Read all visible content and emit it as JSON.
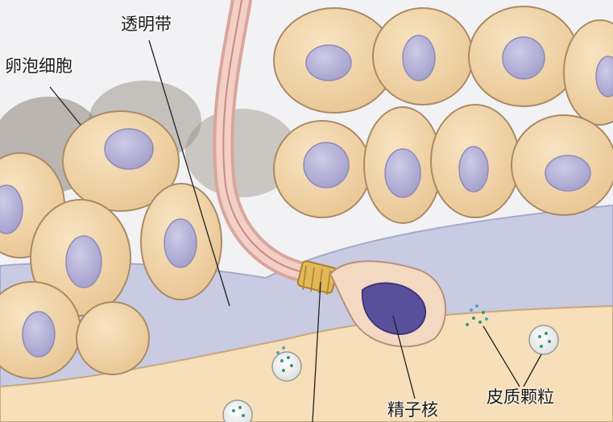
{
  "labels": {
    "follicle_cells": "卵泡细胞",
    "zona_pellucida": "透明带",
    "sperm_nucleus": "精子核",
    "cortical_granules": "皮质颗粒"
  },
  "colors": {
    "cell_fill": "#f3d8ae",
    "cell_outline": "#a98b66",
    "nucleus_fill": "#b7b3d6",
    "zona_fill": "#c9cbe3",
    "egg_fill": "#f6dfb9",
    "sperm_nucleus_fill": "#5a4f9a",
    "granule_dot": "#2f9a78"
  }
}
